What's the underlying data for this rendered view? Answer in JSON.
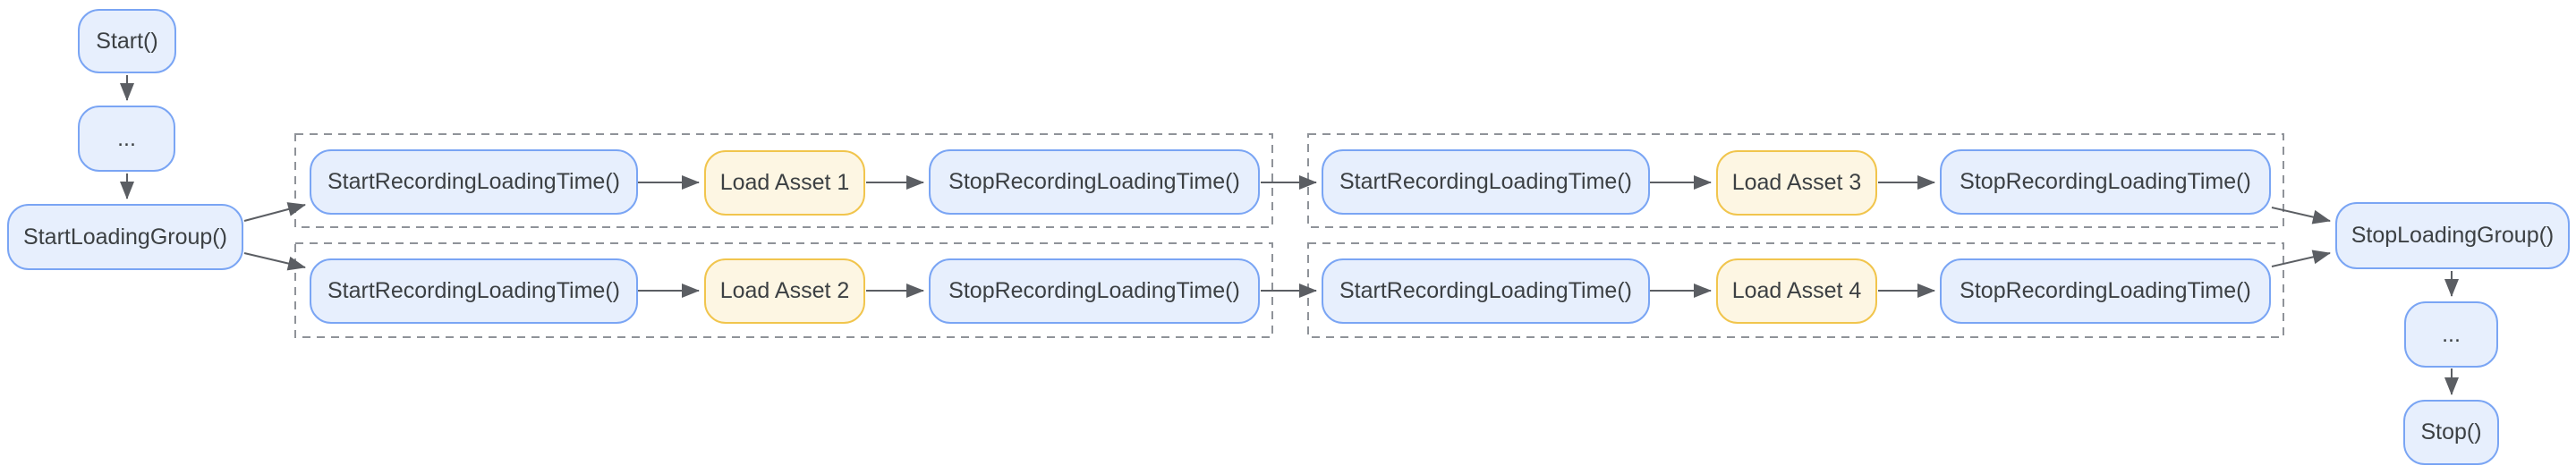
{
  "diagram": {
    "nodes": {
      "start": "Start()",
      "ellipsis_top": "...",
      "start_loading_group": "StartLoadingGroup()",
      "row1_start_recording": "StartRecordingLoadingTime()",
      "row1_load_asset": "Load Asset 1",
      "row1_stop_recording": "StopRecordingLoadingTime()",
      "row2_start_recording": "StartRecordingLoadingTime()",
      "row2_load_asset": "Load Asset 2",
      "row2_stop_recording": "StopRecordingLoadingTime()",
      "row3_start_recording": "StartRecordingLoadingTime()",
      "row3_load_asset": "Load Asset 3",
      "row3_stop_recording": "StopRecordingLoadingTime()",
      "row4_start_recording": "StartRecordingLoadingTime()",
      "row4_load_asset": "Load Asset 4",
      "row4_stop_recording": "StopRecordingLoadingTime()",
      "stop_loading_group": "StopLoadingGroup()",
      "ellipsis_bottom": "...",
      "stop": "Stop()"
    },
    "edges": [
      {
        "from": "start",
        "to": "ellipsis_top"
      },
      {
        "from": "ellipsis_top",
        "to": "start_loading_group"
      },
      {
        "from": "start_loading_group",
        "to": "row1_start_recording"
      },
      {
        "from": "start_loading_group",
        "to": "row2_start_recording"
      },
      {
        "from": "row1_start_recording",
        "to": "row1_load_asset"
      },
      {
        "from": "row1_load_asset",
        "to": "row1_stop_recording"
      },
      {
        "from": "row1_stop_recording",
        "to": "row3_start_recording"
      },
      {
        "from": "row2_start_recording",
        "to": "row2_load_asset"
      },
      {
        "from": "row2_load_asset",
        "to": "row2_stop_recording"
      },
      {
        "from": "row2_stop_recording",
        "to": "row4_start_recording"
      },
      {
        "from": "row3_start_recording",
        "to": "row3_load_asset"
      },
      {
        "from": "row3_load_asset",
        "to": "row3_stop_recording"
      },
      {
        "from": "row3_stop_recording",
        "to": "stop_loading_group"
      },
      {
        "from": "row4_start_recording",
        "to": "row4_load_asset"
      },
      {
        "from": "row4_load_asset",
        "to": "row4_stop_recording"
      },
      {
        "from": "row4_stop_recording",
        "to": "stop_loading_group"
      },
      {
        "from": "stop_loading_group",
        "to": "ellipsis_bottom"
      },
      {
        "from": "ellipsis_bottom",
        "to": "stop"
      }
    ],
    "groups": [
      {
        "id": "group-row1",
        "contains": [
          "row1_start_recording",
          "row1_load_asset",
          "row1_stop_recording"
        ]
      },
      {
        "id": "group-row2",
        "contains": [
          "row2_start_recording",
          "row2_load_asset",
          "row2_stop_recording"
        ]
      },
      {
        "id": "group-row3",
        "contains": [
          "row3_start_recording",
          "row3_load_asset",
          "row3_stop_recording"
        ]
      },
      {
        "id": "group-row4",
        "contains": [
          "row4_start_recording",
          "row4_load_asset",
          "row4_stop_recording"
        ]
      }
    ],
    "colors": {
      "node_fill_blue": "#e7effd",
      "node_border_blue": "#7aa5f4",
      "node_fill_yellow": "#fdf6e3",
      "node_border_yellow": "#f1c54d",
      "text": "#3c4043",
      "edge": "#5b5e63",
      "group_border": "#8f9399",
      "background": "#ffffff"
    }
  }
}
